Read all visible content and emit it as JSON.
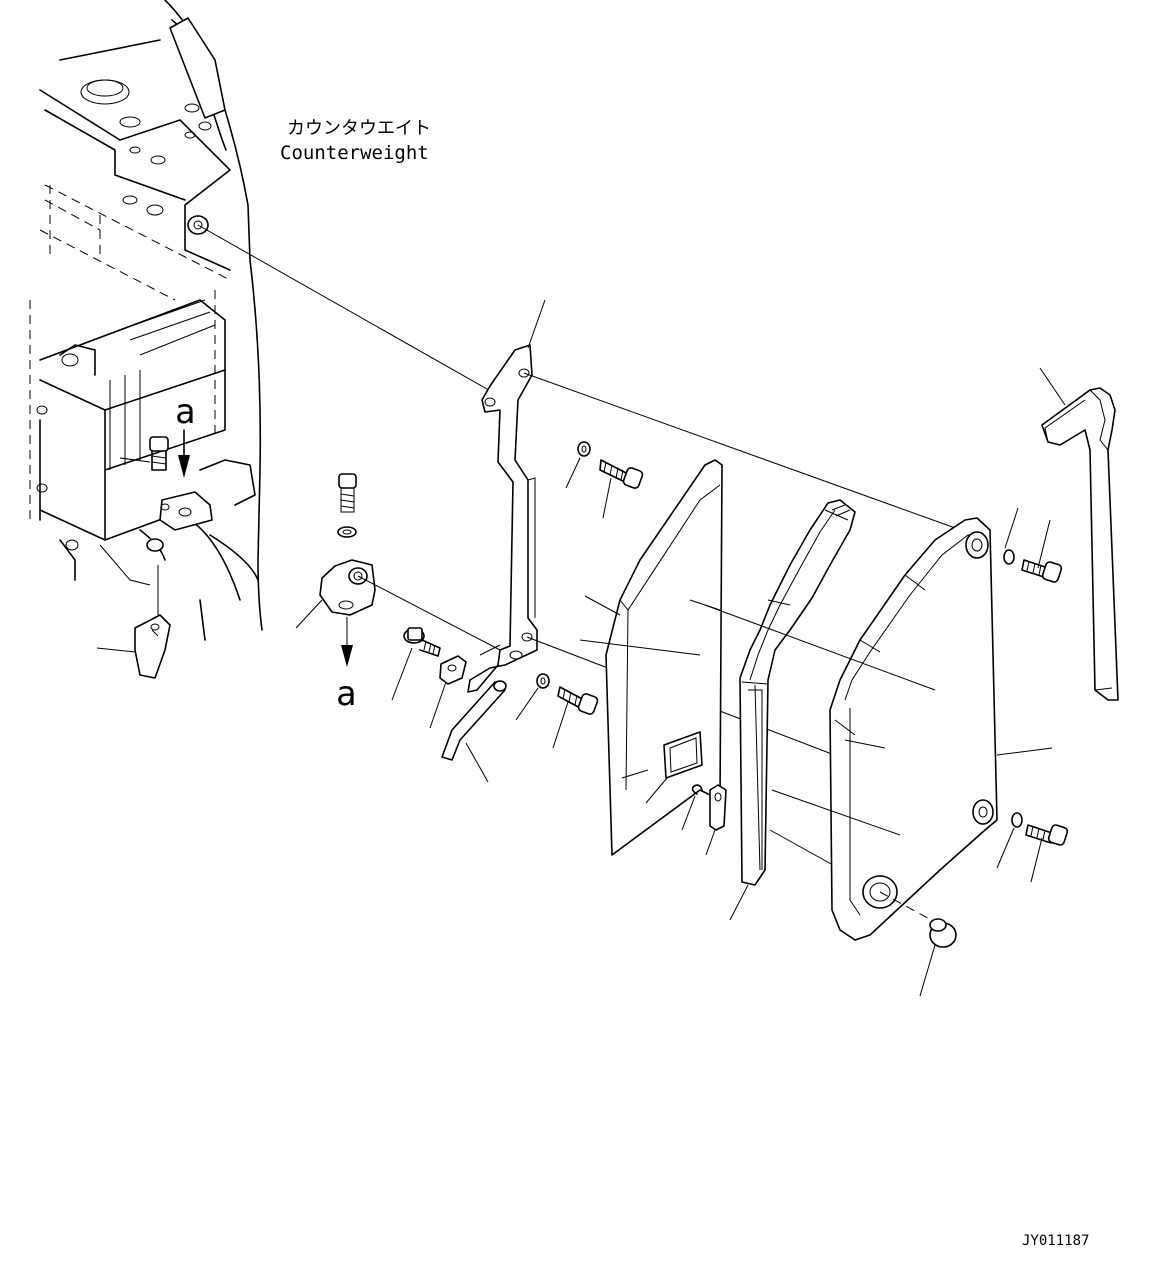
{
  "labels": {
    "counterweight_jp": "カウンタウエイト",
    "counterweight_en": "Counterweight",
    "view_mark_top": "a",
    "view_mark_bottom": "a",
    "drawing_code": "JY011187"
  }
}
